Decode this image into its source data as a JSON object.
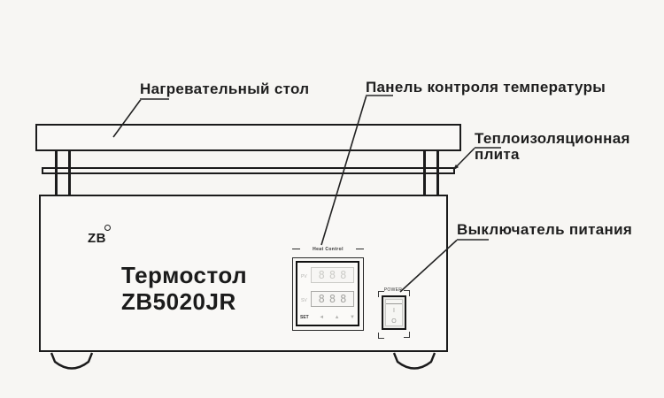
{
  "device": {
    "brand": "ZB",
    "title_line1": "Термостол",
    "title_line2": "ZB5020JR",
    "panel": {
      "header": "Heat Control",
      "pv_label": "PV",
      "sv_label": "SV",
      "pv_value": "888",
      "sv_value": "888",
      "set_label": "SET",
      "keys": [
        "◄",
        "▲",
        "▼"
      ]
    },
    "power": {
      "label": "POWER",
      "on_symbol": "I",
      "off_symbol": "O"
    }
  },
  "labels": {
    "heating_table": "Нагревательный стол",
    "temp_control_panel": "Панель контроля температуры",
    "insulation_plate": "Теплоизоляционная плита",
    "power_switch": "Выключатель питания"
  },
  "colors": {
    "background": "#f7f6f3",
    "line": "#1b1b1b",
    "text": "#1e1e1e"
  }
}
